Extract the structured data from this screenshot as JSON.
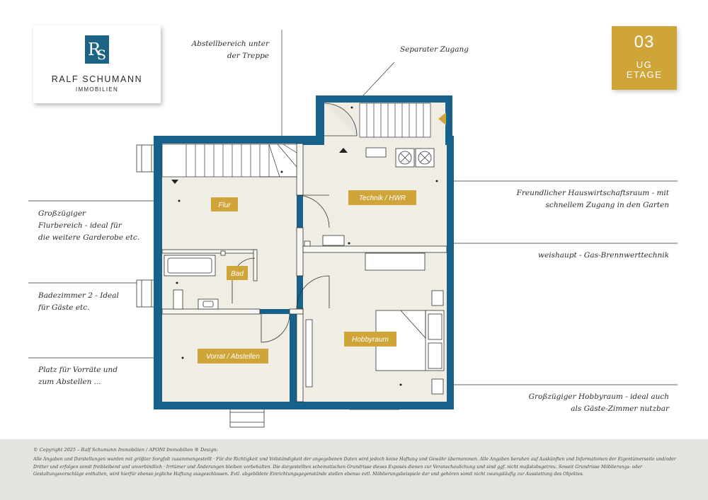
{
  "logo": {
    "monogram_1": "R",
    "monogram_2": "S",
    "name": "RALF SCHUMANN",
    "subtitle": "IMMOBILIEN",
    "color": "#1d6484"
  },
  "floor_badge": {
    "number": "03",
    "level_1": "UG",
    "level_2": "ETAGE",
    "color": "#cfa53a"
  },
  "rooms": {
    "flur": "Flur",
    "technik": "Technik / HWR",
    "bad": "Bad",
    "hobby": "Hobbyraum",
    "vorrat": "Vorrat / Abstellen"
  },
  "annotations": {
    "abstell_1": "Abstellbereich unter",
    "abstell_2": "der Treppe",
    "zugang": "Separater Zugang",
    "flur_1": "Großzügiger",
    "flur_2": "Flurbereich - ideal für",
    "flur_3": "die weitere Garderobe etc.",
    "bad_1": "Badezimmer 2 - Ideal",
    "bad_2": "für Gäste etc.",
    "vorrat_1": "Platz für Vorräte und",
    "vorrat_2": "zum Abstellen ...",
    "hwr_1": "Freundlicher Hauswirtschaftsraum - mit",
    "hwr_2": "schnellem Zugang in den Garten",
    "heating": "weishaupt - Gas-Brennwerttechnik",
    "hobby_1": "Großzügiger Hobbyraum - ideal auch",
    "hobby_2": "als Gäste-Zimmer nutzbar"
  },
  "colors": {
    "wall": "#16628a",
    "floor": "#efede4",
    "label_bg": "#cfa53a",
    "footer_bg": "#e5e3df"
  },
  "footer": {
    "copyright": "© Copyright 2025 – Ralf Schumann Immobilien / APONI Immobilien ® Design:",
    "disclaimer": "Alle Angaben und Darstellungen wurden mit größter Sorgfalt zusammengestellt · Für die Richtigkeit und Vollständigkeit der angegebenen Daten wird jedoch keine Haftung und Gewähr übernommen. Alle Angaben beruhen auf Auskünften und Informationen der Eigentümerseite und/oder Dritter und erfolgen somit freibleibend und unverbindlich · Irrtümer und Änderungen bleiben vorbehalten. Die dargestellten schematischen Grundrisse dieses Exposés dienen zur Veranschaulichung und sind ggf. nicht maßstabsgetreu. Soweit Grundrisse Möblierungs- oder Gestaltungsvorschläge enthalten, wird hierfür ebenso jegliche Haftung ausgeschlossen. Evtl. abgebildete Einrichtungsgegenstände stellen ebenso evtl. Möblierungsbeispiele dar und gehören somit nicht zwangsläufig zur Ausstattung des Objektes."
  }
}
